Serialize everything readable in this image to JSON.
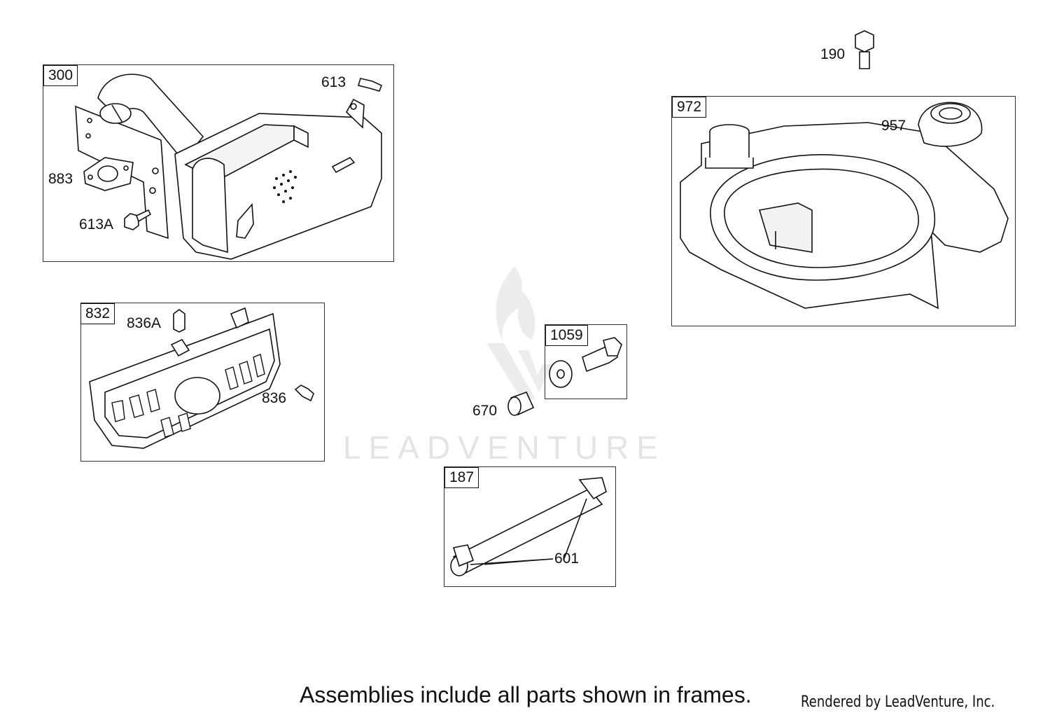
{
  "watermark": {
    "text": "LEADVENTURE",
    "icon": "flame-logo-icon"
  },
  "frames": {
    "muffler": {
      "label": "300"
    },
    "guard": {
      "label": "832"
    },
    "spacer": {
      "label": "1059"
    },
    "tube": {
      "label": "187"
    },
    "tank": {
      "label": "972"
    }
  },
  "callouts": {
    "p613": "613",
    "p883": "883",
    "p613a": "613A",
    "p836a": "836A",
    "p836": "836",
    "p670": "670",
    "p601": "601",
    "p190": "190",
    "p957": "957"
  },
  "footer": {
    "note": "Assemblies include all parts shown in frames.",
    "credit": "Rendered by LeadVenture, Inc."
  },
  "colors": {
    "line": "#111111",
    "frame": "#333333",
    "watermark": "#e4e4e4"
  }
}
